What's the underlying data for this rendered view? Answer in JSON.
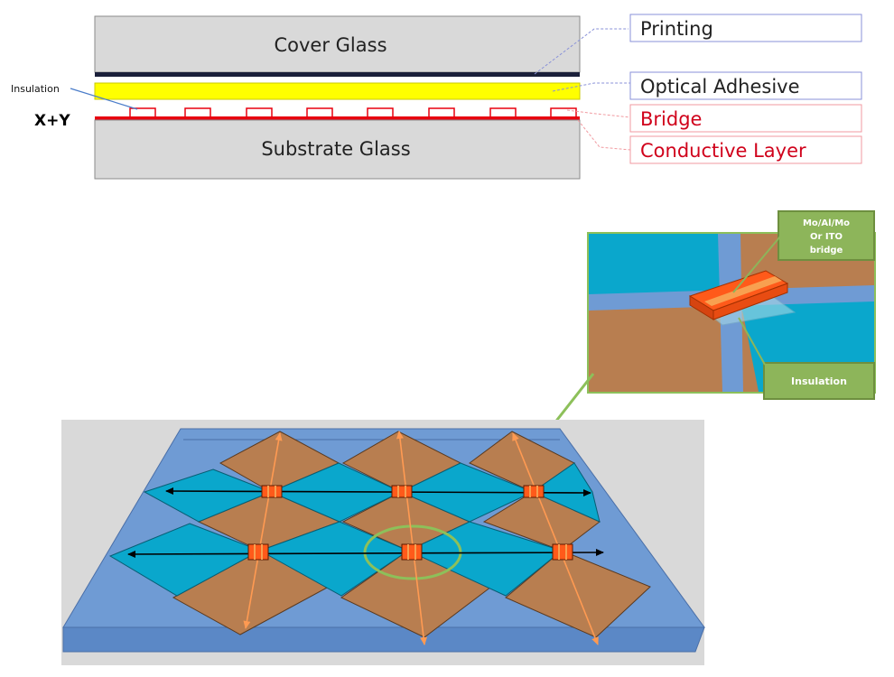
{
  "stack": {
    "layers": {
      "cover_glass": "Cover Glass",
      "substrate_glass": "Substrate Glass"
    },
    "side_label": "X+Y",
    "insulation_label": "Insulation",
    "callouts": {
      "printing": "Printing",
      "optical_adhesive": "Optical Adhesive",
      "bridge": "Bridge",
      "conductive_layer": "Conductive Layer"
    }
  },
  "zoom": {
    "bridge_box": {
      "line1": "Mo/Al/Mo",
      "line2": "Or ITO",
      "line3": "bridge"
    },
    "insulation_box": "Insulation"
  },
  "colors": {
    "glass_fill": "#d9d9d9",
    "printing": "#1a1f3a",
    "adhesive": "#ffff00",
    "conductive": "#e8000f",
    "callout_red_text": "#d0021b",
    "callout_red_border": "#f19aa0",
    "callout_blue_border": "#8a92d8",
    "panel_blue": "#6f9bd4",
    "electrode_cyan": "#0aa7cc",
    "electrode_brown": "#b87e50",
    "bridge_orange": "#ff5a1a",
    "green_box": "#8db55a",
    "green_line": "#8dc05a",
    "arrow_orange": "#ff9a52"
  }
}
